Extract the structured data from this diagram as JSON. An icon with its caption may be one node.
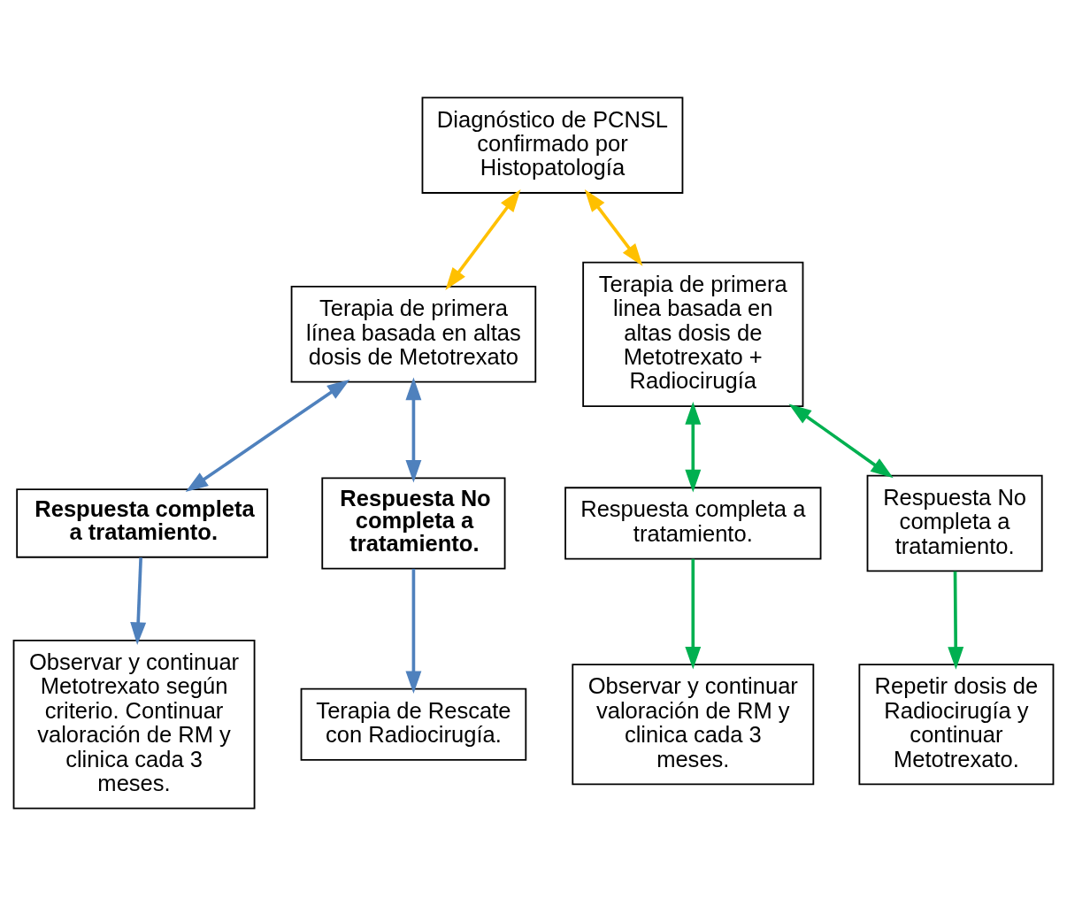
{
  "diagram": {
    "nodes": [
      {
        "text": [
          "Diagnóstico de PCNSL confirmado por Histopatología"
        ]
      },
      {
        "text": [
          "Terapia de primera línea basada en altas dosis de Metotrexato"
        ]
      },
      {
        "text": [
          "Terapia de primera linea basada en altas dosis de Metotrexato + Radiocirugía"
        ]
      },
      {
        "text": [
          "Respuesta completa a tratamiento."
        ]
      },
      {
        "text": [
          "Respuesta No completa a tratamiento."
        ]
      },
      {
        "text": [
          "Respuesta completa a tratamiento."
        ]
      },
      {
        "text": [
          "Respuesta No completa a tratamiento."
        ]
      },
      {
        "text": [
          "Observar y continuar Metotrexato según criterio. Continuar valoración de RM y clinica cada 3 meses."
        ]
      },
      {
        "text": [
          "Terapia de Rescate con Radiocirugía."
        ]
      },
      {
        "text": [
          "Observar y continuar valoración de RM y clinica cada 3 meses."
        ]
      },
      {
        "text": [
          "Repetir dosis de Radiocirugía y continuar Metotrexato."
        ]
      }
    ],
    "edges": [
      {
        "from": 0,
        "to": 1,
        "arrow": "both",
        "color": "#ffc000"
      },
      {
        "from": 0,
        "to": 2,
        "arrow": "both",
        "color": "#ffc000"
      },
      {
        "from": 1,
        "to": 3,
        "arrow": "both",
        "color": "#4f81bd"
      },
      {
        "from": 1,
        "to": 4,
        "arrow": "both",
        "color": "#4f81bd"
      },
      {
        "from": 2,
        "to": 5,
        "arrow": "both",
        "color": "#00b050"
      },
      {
        "from": 2,
        "to": 6,
        "arrow": "both",
        "color": "#00b050"
      },
      {
        "from": 3,
        "to": 7,
        "arrow": "to",
        "color": "#4f81bd"
      },
      {
        "from": 4,
        "to": 8,
        "arrow": "to",
        "color": "#4f81bd"
      },
      {
        "from": 5,
        "to": 9,
        "arrow": "to",
        "color": "#00b050"
      },
      {
        "from": 6,
        "to": 10,
        "arrow": "to",
        "color": "#00b050"
      }
    ]
  }
}
